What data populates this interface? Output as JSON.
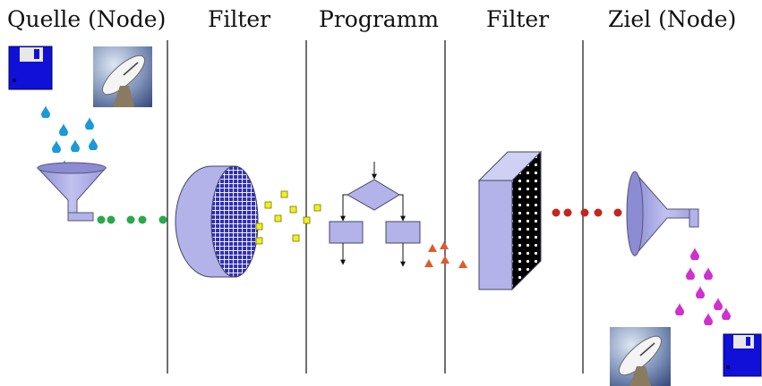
{
  "headers": {
    "source": "Quelle (Node)",
    "filter1": "Filter",
    "program": "Programm",
    "filter2": "Filter",
    "target": "Ziel (Node)"
  },
  "colors": {
    "background": "#ffffff",
    "divider": "#111111",
    "funnel": "#b3b3ea",
    "filter_body": "#b3b3ea",
    "filter_mesh": "#3030b0",
    "floppy": "#1010d8",
    "drop_blue": "#1a9ad8",
    "drop_magenta": "#d030d0",
    "dot_green": "#2aa84a",
    "square_yellow": "#f0f020",
    "triangle_orange": "#e05a2a",
    "dot_red": "#c0281e",
    "flow_box": "#b3b3ea"
  },
  "icons": {
    "source_disk": "floppy-disk-icon",
    "source_antenna": "satellite-dish-icon",
    "target_disk": "floppy-disk-icon",
    "target_antenna": "satellite-dish-icon"
  }
}
